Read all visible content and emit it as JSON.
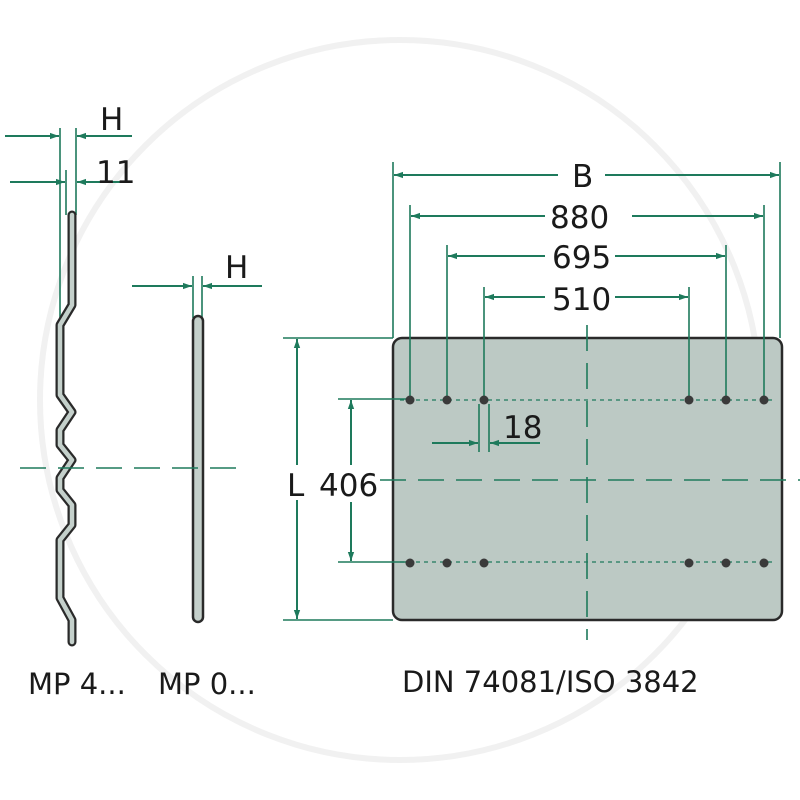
{
  "profile_left": {
    "dim_top": "H",
    "dim_second": "11",
    "caption": "MP 4..."
  },
  "profile_right": {
    "dim_top": "H",
    "caption": "MP 0..."
  },
  "plate": {
    "dim_width": "B",
    "dim_880": "880",
    "dim_695": "695",
    "dim_510": "510",
    "dim_hole": "18",
    "dim_length": "L",
    "dim_406": "406",
    "caption": "DIN 74081/ISO 3842",
    "fill_color": "#bcc9c4",
    "line_color": "#1e7a5c"
  }
}
